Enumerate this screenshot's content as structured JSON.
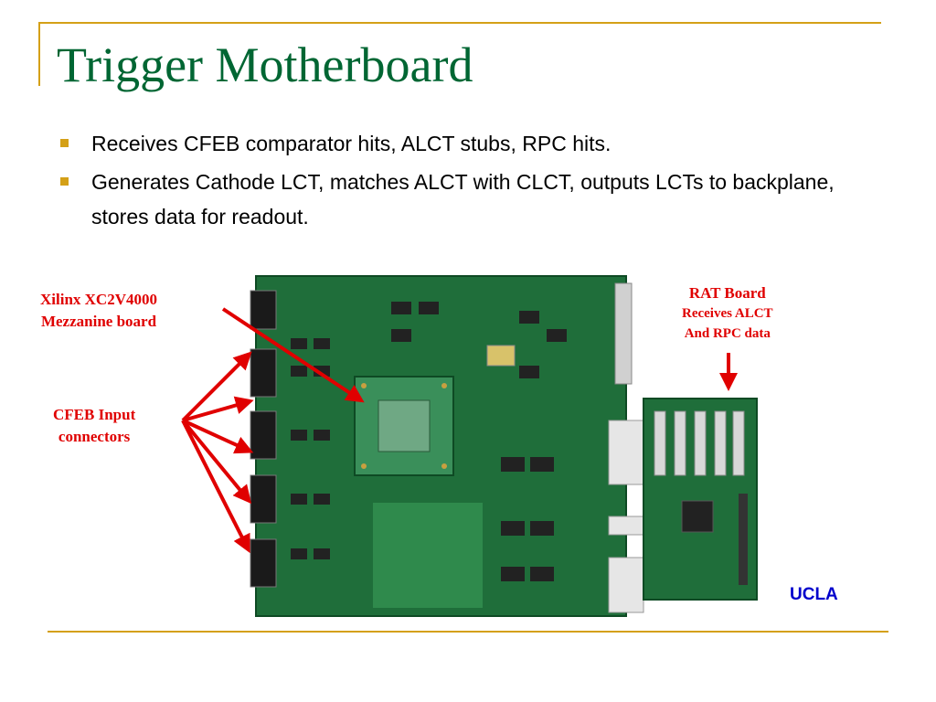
{
  "slide": {
    "title": "Trigger Motherboard",
    "bullets": [
      "Receives CFEB comparator hits, ALCT stubs, RPC hits.",
      "Generates Cathode LCT, matches ALCT with CLCT, outputs LCTs to backplane, stores data for readout."
    ],
    "callouts": {
      "xilinx_line1": "Xilinx XC2V4000",
      "xilinx_line2": "Mezzanine board",
      "cfeb_line1": "CFEB Input",
      "cfeb_line2": "connectors",
      "rat_line1": "RAT Board",
      "rat_line2": "Receives ALCT",
      "rat_line3": "And RPC data"
    },
    "footer_logo": "UCLA"
  },
  "colors": {
    "title": "#006633",
    "frame_accent": "#d4a017",
    "callout": "#e00000",
    "logo": "#0000cc",
    "pcb_green": "#1f6e3a"
  }
}
